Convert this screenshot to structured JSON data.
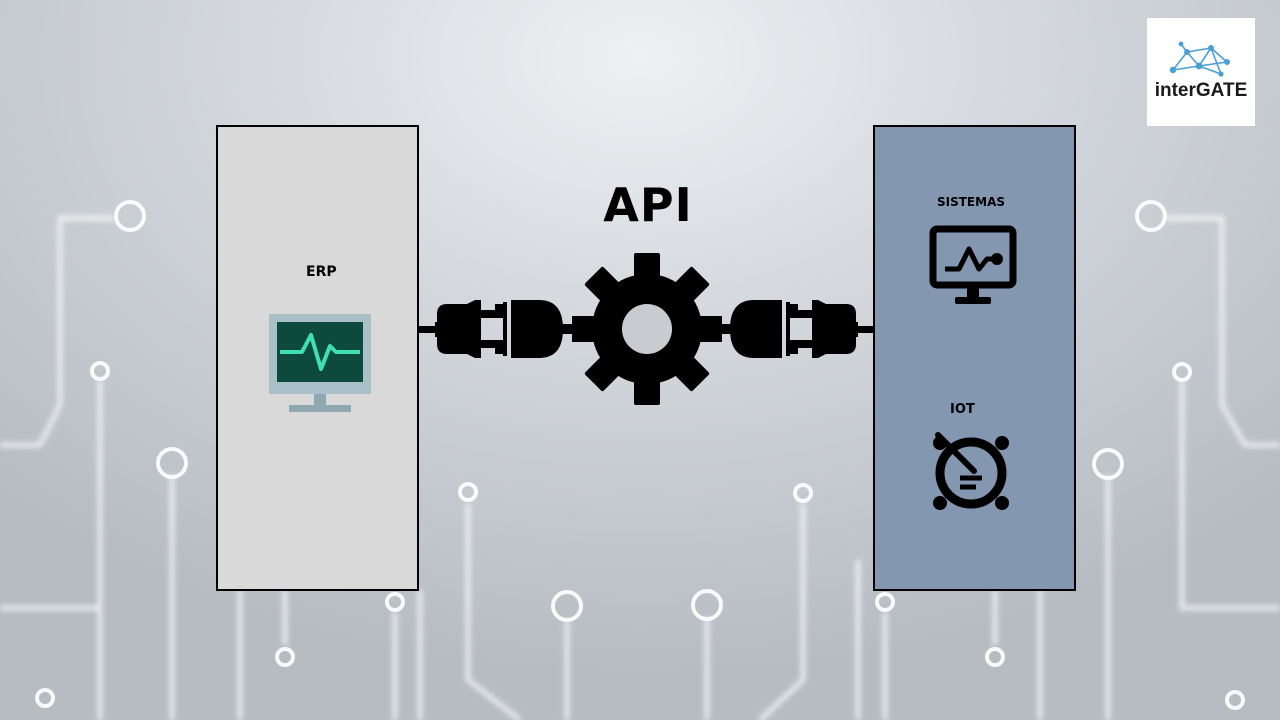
{
  "slide": {
    "api_title": "API",
    "erp_label": "ERP",
    "sistemas_label": "SISTEMAS",
    "iot_label": "IOT",
    "logo_text": "interGATE"
  },
  "icons": {
    "erp": "monitor-activity-icon",
    "sistemas": "monitor-chart-icon",
    "iot": "iot-gauge-icon",
    "center": "gear-icon",
    "connectors": "plug-icon"
  },
  "colors": {
    "erp_box": "#d9d9d9",
    "systems_box": "#8497b0",
    "monitor_screen": "#0d4a3c",
    "pulse_line": "#3ee0b0",
    "logo_accent": "#4a9fd8"
  }
}
